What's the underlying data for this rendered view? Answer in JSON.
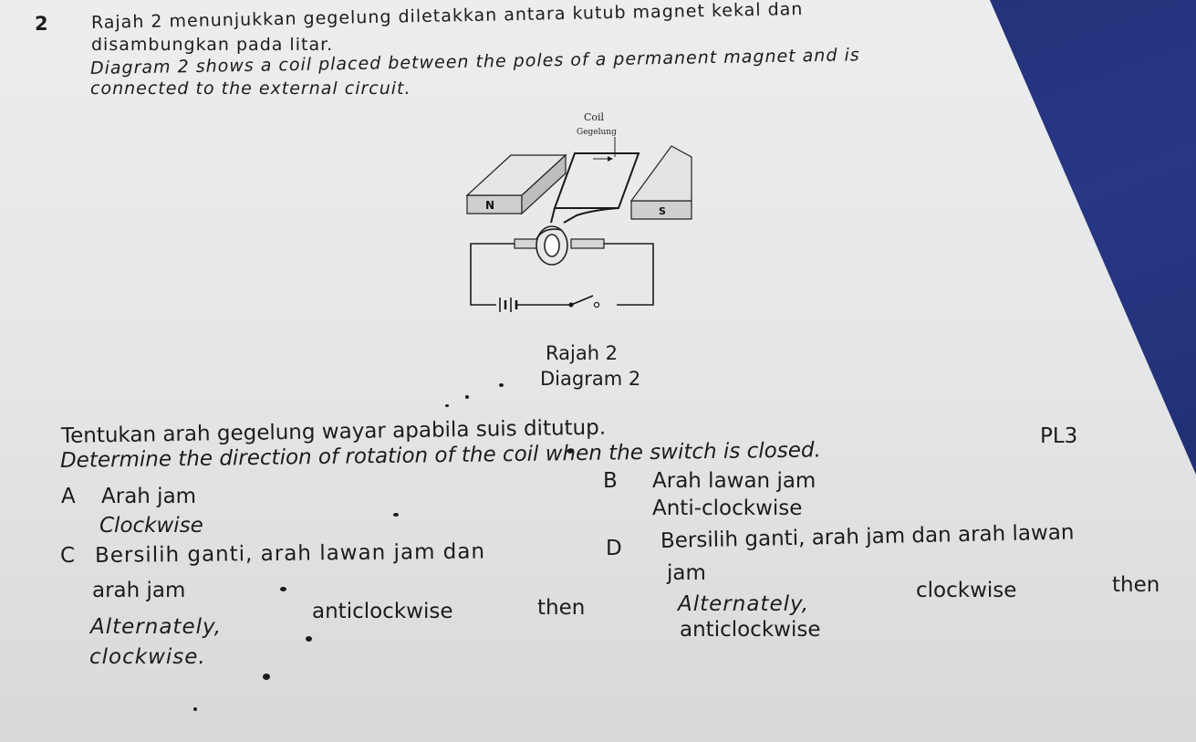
{
  "question": {
    "number": "2",
    "stem_ms_line1": "Rajah 2 menunjukkan gegelung diletakkan antara kutub magnet kekal dan",
    "stem_ms_line2": "disambungkan pada litar.",
    "stem_en_line1": "Diagram 2 shows a coil placed between the poles of a permanent magnet and is",
    "stem_en_line2": "connected to the external circuit."
  },
  "diagram": {
    "label_coil": "Coil",
    "label_gegelung": "Gegelung",
    "label_north": "N",
    "label_south": "S",
    "caption_ms": "Rajah 2",
    "caption_en": "Diagram 2"
  },
  "prompt": {
    "ms": "Tentukan arah gegelung wayar apabila suis ditutup.",
    "en": "Determine the direction of rotation of the coil when the switch is closed.",
    "level": "PL3"
  },
  "options": [
    {
      "letter": "A",
      "ms": "Arah jam",
      "en": "Clockwise"
    },
    {
      "letter": "B",
      "ms": "Arah lawan jam",
      "en": "Anti-clockwise"
    },
    {
      "letter": "C",
      "ms_line1": "Bersilih ganti, arah lawan jam dan",
      "ms_line2": "arah jam",
      "en_line1_a": "Alternately,",
      "en_line1_b": "anticlockwise",
      "en_line1_c": "then",
      "en_line2": "clockwise."
    },
    {
      "letter": "D",
      "ms_line1": "Bersilih ganti, arah jam dan arah lawan",
      "ms_line2": "jam",
      "en_line1_a": "Alternately,",
      "en_line1_b": "clockwise",
      "en_line1_c": "then",
      "en_line2": "anticlockwise"
    }
  ]
}
